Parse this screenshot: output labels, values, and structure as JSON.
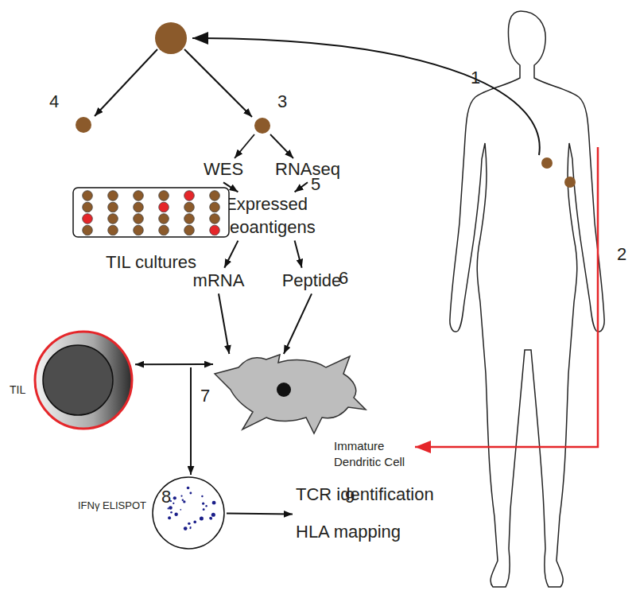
{
  "diagram": {
    "nodes": [
      {
        "text": [
          "WES"
        ]
      },
      {
        "text": [
          "RNAseq"
        ]
      },
      {
        "text": [
          "Expressed Neoantigens"
        ]
      },
      {
        "text": [
          "mRNA"
        ]
      },
      {
        "text": [
          "Peptide"
        ]
      },
      {
        "text": [
          "TIL cultures"
        ]
      },
      {
        "text": [
          "TIL"
        ]
      },
      {
        "text": [
          "Immature Dendritic Cell"
        ]
      },
      {
        "text": [
          "IFNγ ELISPOT"
        ]
      },
      {
        "text": [
          "TCR identification",
          "HLA mapping"
        ]
      }
    ],
    "edges": [
      {
        "from": 0,
        "to": 2,
        "arrow": "to"
      },
      {
        "from": 1,
        "to": 2,
        "arrow": "to"
      },
      {
        "from": 2,
        "to": 3,
        "arrow": "to"
      },
      {
        "from": 2,
        "to": 4,
        "arrow": "to"
      },
      {
        "from": 3,
        "to": 7,
        "arrow": "to"
      },
      {
        "from": 4,
        "to": 7,
        "arrow": "to"
      },
      {
        "from": 6,
        "to": 7,
        "arrow": "both"
      },
      {
        "from": 8,
        "to": 9,
        "arrow": "to"
      }
    ],
    "labels": [
      "1",
      "2",
      "3",
      "4",
      "5",
      "6",
      "7",
      "8",
      "9"
    ]
  }
}
